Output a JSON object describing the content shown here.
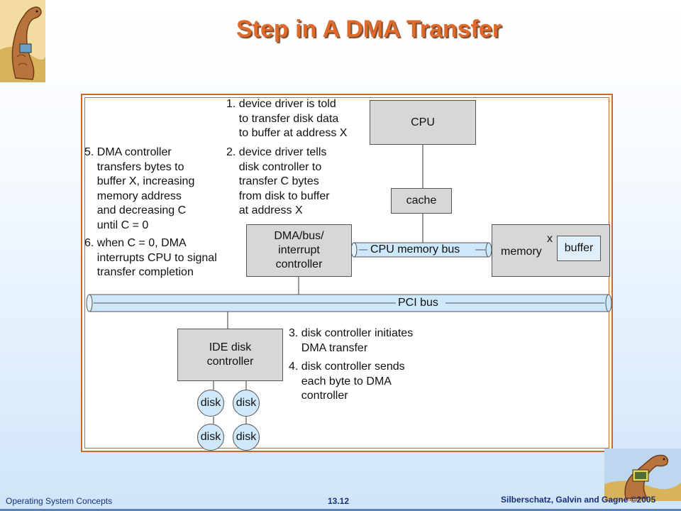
{
  "title": "Step in A DMA Transfer",
  "notes": {
    "step1": "1. device driver is told\n    to transfer disk data\n    to buffer at address X",
    "step2": "2. device driver tells\n    disk controller to\n    transfer C bytes\n    from disk to buffer\n    at address X",
    "step5": "5. DMA controller\n    transfers bytes to\n    buffer X, increasing\n    memory address\n    and decreasing C\n    until C = 0",
    "step6": "6. when C = 0, DMA\n    interrupts CPU to signal\n    transfer completion",
    "step3": "3. disk controller initiates\n    DMA transfer",
    "step4": "4. disk controller sends\n    each byte to DMA\n    controller"
  },
  "components": {
    "cpu": "CPU",
    "cache": "cache",
    "dma_controller": "DMA/bus/\ninterrupt\ncontroller",
    "memory": "memory",
    "buffer": "buffer",
    "address_x": "x",
    "ide_controller": "IDE disk\ncontroller",
    "disks": [
      "disk",
      "disk",
      "disk",
      "disk"
    ]
  },
  "buses": {
    "cpu_memory_bus": "CPU memory bus",
    "pci_bus": "PCI bus"
  },
  "footer": {
    "left": "Operating System Concepts",
    "center": "13.12",
    "right": "Silberschatz, Galvin and Gagne ©2005"
  },
  "colors": {
    "title": "#e06a2b",
    "frame": "#c8692e",
    "bus_fill": "#cde7fb",
    "box_fill": "#d7d7d7",
    "footer_text": "#1a2f7a"
  }
}
